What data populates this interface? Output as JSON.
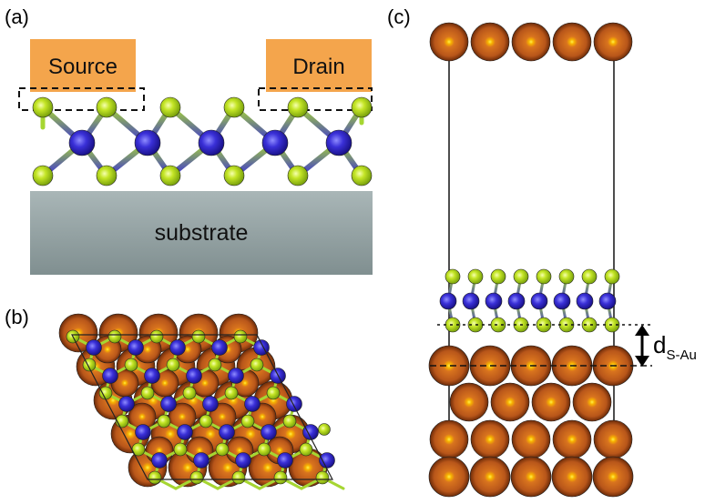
{
  "panels": {
    "a": {
      "label": "(a)",
      "source_label": "Source",
      "drain_label": "Drain",
      "substrate_label": "substrate"
    },
    "b": {
      "label": "(b)"
    },
    "c": {
      "label": "(c)",
      "distance_label": "d",
      "distance_subscript": "S-Au"
    }
  },
  "colors": {
    "electrode": "#f4a54c",
    "substrate_top": "#a8b5b6",
    "substrate_bottom": "#7f9091",
    "metal_atom": "#c9641c",
    "metal_atom_core": "#ffd21a",
    "chalcogen_atom": "#b9df1c",
    "transition_metal_atom": "#3b33d6",
    "bond_green": "#a6d632",
    "bond_blue": "#3b33d6"
  },
  "atoms": {
    "metal": "Au",
    "chalcogen": "S"
  }
}
